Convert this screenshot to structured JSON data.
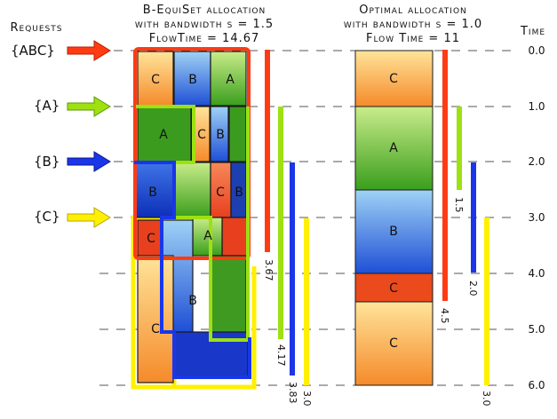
{
  "headers": {
    "requests": "Requests",
    "time": "Time",
    "left_line1": "B-EquiSet allocation",
    "left_line2": "with bandwidth s = 1.5",
    "left_line3": "FlowTime = 14.67",
    "right_line1": "Optimal allocation",
    "right_line2": "with bandwidth s = 1.0",
    "right_line3": "Flow Time = 11"
  },
  "request_labels": [
    "{ABC}",
    "{A}",
    "{B}",
    "{C}"
  ],
  "time_ticks": [
    "0.0",
    "1.0",
    "2.0",
    "3.0",
    "4.0",
    "5.0",
    "6.0"
  ],
  "left_job_labels": [
    "C",
    "B",
    "A",
    "A",
    "C",
    "B",
    "B",
    "C",
    "B",
    "A",
    "C",
    "B",
    "C"
  ],
  "left_bar_labels": [
    "3.67",
    "4.17",
    "3.83",
    "3.0"
  ],
  "right_job_labels": [
    "C",
    "A",
    "B",
    "C",
    "C"
  ],
  "right_bar_labels": [
    "1.5",
    "2.0",
    "4.5",
    "3.0"
  ],
  "colors": {
    "abc": "#ff3b14",
    "a": "#9ee012",
    "b": "#1a36e8",
    "c": "#fff000"
  }
}
